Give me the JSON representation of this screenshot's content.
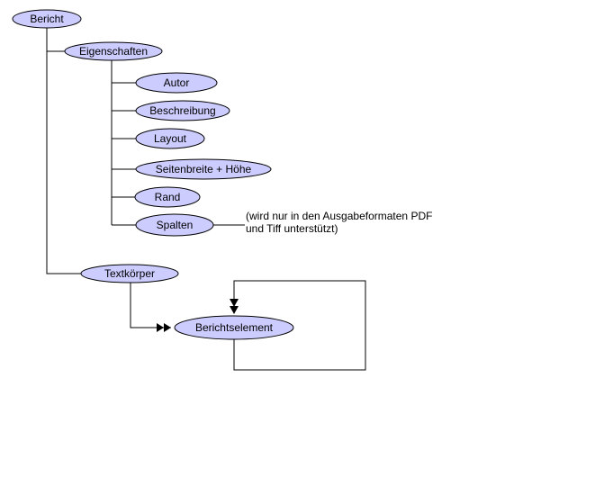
{
  "colors": {
    "node_fill": "#ccccff",
    "line": "#000000"
  },
  "nodes": {
    "bericht": "Bericht",
    "eigenschaften": "Eigenschaften",
    "autor": "Autor",
    "beschreibung": "Beschreibung",
    "layout": "Layout",
    "seitenbreite": "Seitenbreite + Höhe",
    "rand": "Rand",
    "spalten": "Spalten",
    "textkoerper": "Textkörper",
    "berichtselement": "Berichtselement"
  },
  "note": {
    "line1": "(wird nur in den Ausgabeformaten PDF",
    "line2": "und Tiff unterstützt)"
  }
}
